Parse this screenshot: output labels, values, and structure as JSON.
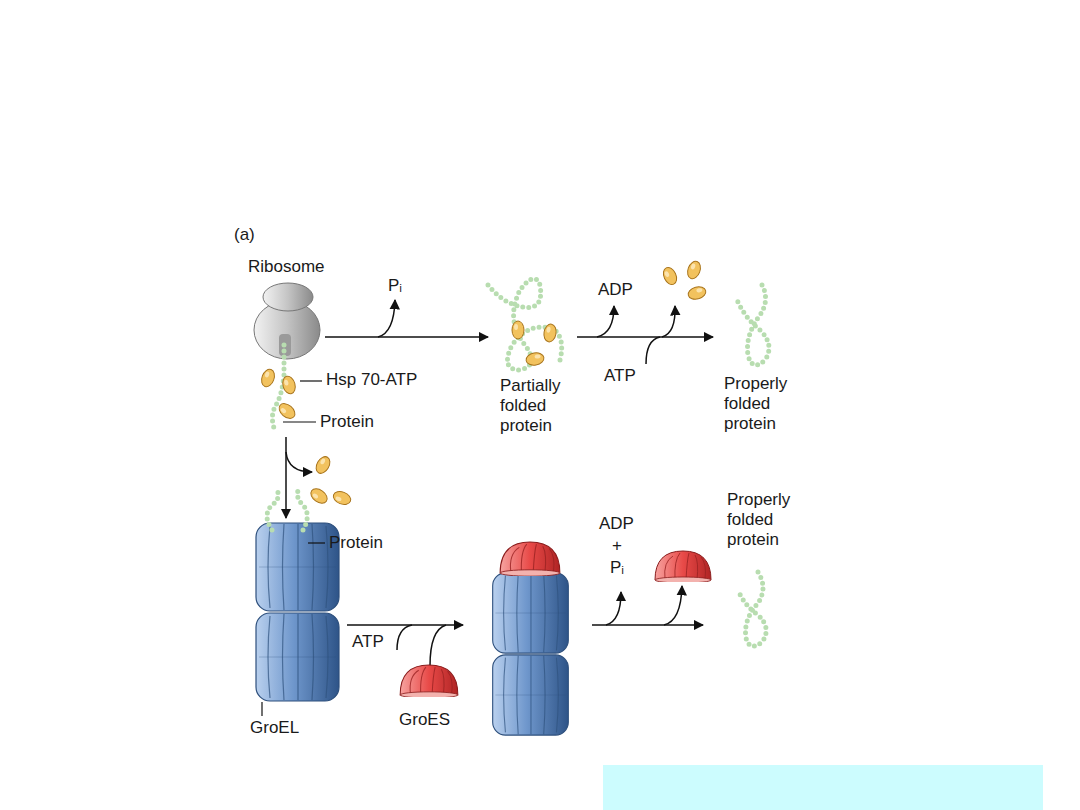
{
  "diagram": {
    "labels": [
      "(a)",
      "Ribosome",
      "Pᵢ",
      "Hsp 70-ATP",
      "Protein",
      "Partially folded protein",
      "ADP",
      "ATP",
      "Properly folded protein",
      "Protein",
      "ATP",
      "GroES",
      "GroEL",
      "ADP",
      "+",
      "Pᵢ",
      "Properly folded protein"
    ]
  }
}
